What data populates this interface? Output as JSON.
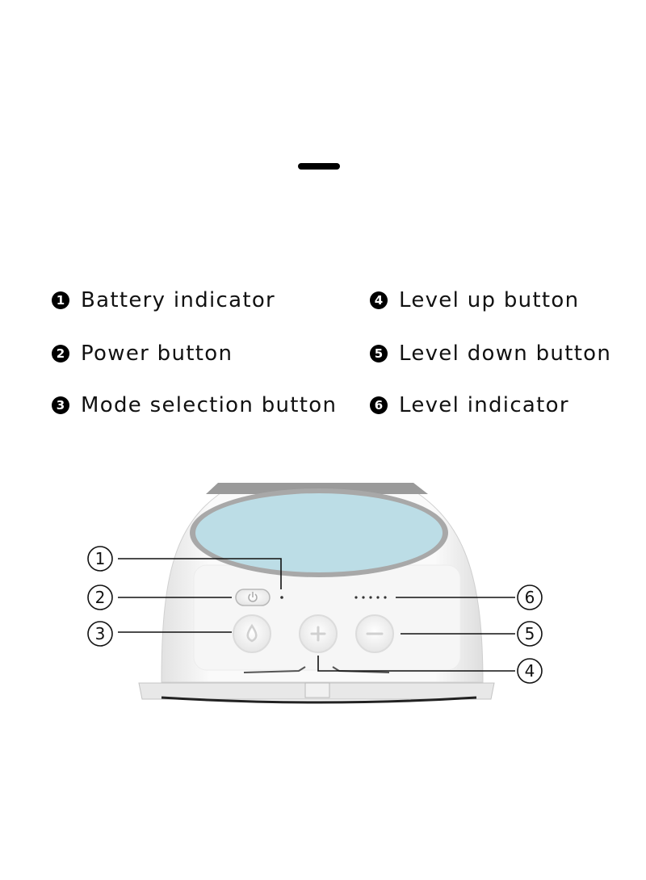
{
  "header": {
    "divider": "dash"
  },
  "legend": {
    "items": [
      {
        "number": "1",
        "label": "Battery indicator"
      },
      {
        "number": "2",
        "label": "Power button"
      },
      {
        "number": "3",
        "label": "Mode selection button"
      },
      {
        "number": "4",
        "label": "Level up button"
      },
      {
        "number": "5",
        "label": "Level down button"
      },
      {
        "number": "6",
        "label": "Level indicator"
      }
    ]
  },
  "diagram": {
    "callouts": [
      {
        "number": "1",
        "target": "battery-indicator-dot"
      },
      {
        "number": "2",
        "target": "power-button"
      },
      {
        "number": "3",
        "target": "mode-button"
      },
      {
        "number": "4",
        "target": "level-up-button"
      },
      {
        "number": "5",
        "target": "level-down-button"
      },
      {
        "number": "6",
        "target": "level-indicator-dots"
      }
    ],
    "icons": {
      "power": "power-icon",
      "mode": "droplet-icon",
      "level_up": "plus-icon",
      "level_down": "minus-icon"
    },
    "colors": {
      "device_body": "#f4f4f4",
      "screen": "#bcdde6",
      "rim": "#a9a9a9",
      "callout_line": "#111111"
    },
    "level_dots": 5
  }
}
